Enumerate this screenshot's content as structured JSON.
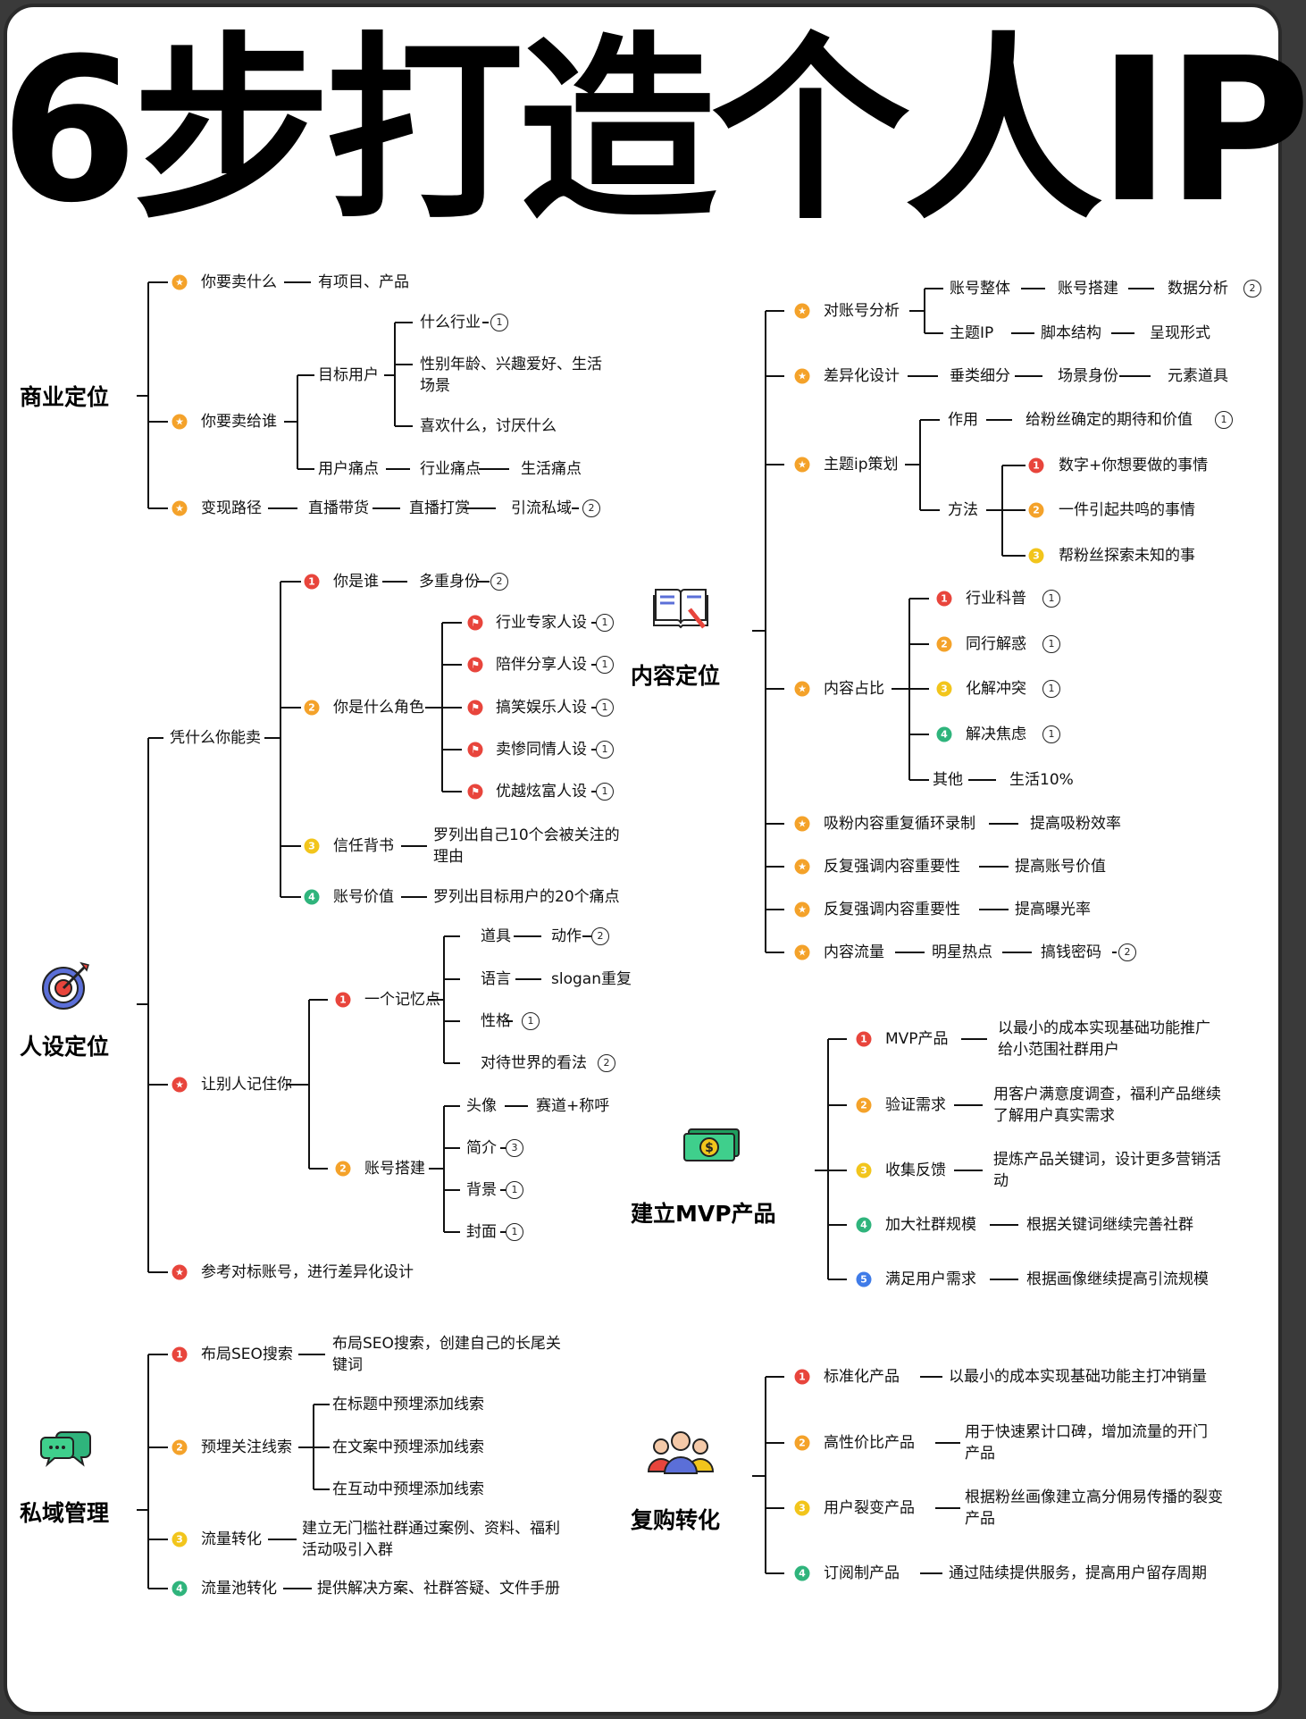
{
  "title": "6步打造个人IP",
  "colors": {
    "orange": "#f4a22a",
    "red": "#e8453c",
    "yellow": "#f2c51c",
    "green": "#2fb47c",
    "blue": "#3f7be8"
  },
  "sections": {
    "business": {
      "title": "商业定位",
      "i1": "你要卖什么",
      "i1a": "有项目、产品",
      "i2": "你要卖给谁",
      "target": "目标用户",
      "t1": "什么行业",
      "t1b": "1",
      "t2": "性别年龄、兴趣爱好、生活场景",
      "t3": "喜欢什么，讨厌什么",
      "pain": "用户痛点",
      "p1": "行业痛点",
      "p2": "生活痛点",
      "i3": "变现路径",
      "i3a": "直播带货",
      "i3b": "直播打赏",
      "i3c": "引流私域",
      "i3d": "2"
    },
    "persona": {
      "title": "人设定位",
      "why": "凭什么你能卖",
      "who": "你是谁",
      "who_a": "多重身份",
      "who_b": "2",
      "role": "你是什么角色",
      "roles": [
        "行业专家人设",
        "陪伴分享人设",
        "搞笑娱乐人设",
        "卖惨同情人设",
        "优越炫富人设"
      ],
      "one": "1",
      "trust": "信任背书",
      "trust_a": "罗列出自己10个会被关注的理由",
      "value": "账号价值",
      "value_a": "罗列出目标用户的20个痛点",
      "remember": "让别人记住你",
      "memory": "一个记忆点",
      "m1": "道具",
      "m1a": "动作",
      "m1b": "2",
      "m2": "语言",
      "m2a": "slogan重复",
      "m3": "性格",
      "m3b": "1",
      "m4": "对待世界的看法",
      "m4b": "2",
      "acct": "账号搭建",
      "a1": "头像",
      "a1a": "赛道+称呼",
      "a2": "简介",
      "a2b": "3",
      "a3": "背景",
      "a3b": "1",
      "a4": "封面",
      "a4b": "1",
      "bench": "参考对标账号，进行差异化设计"
    },
    "private": {
      "title": "私域管理",
      "s1": "布局SEO搜索",
      "s1a": "布局SEO搜索，创建自己的长尾关键词",
      "s2": "预埋关注线索",
      "s2a": "在标题中预埋添加线索",
      "s2b": "在文案中预埋添加线索",
      "s2c": "在互动中预埋添加线索",
      "s3": "流量转化",
      "s3a": "建立无门槛社群通过案例、资料、福利活动吸引入群",
      "s4": "流量池转化",
      "s4a": "提供解决方案、社群答疑、文件手册"
    },
    "content": {
      "title": "内容定位",
      "c1": "对账号分析",
      "c1a": "账号整体",
      "c1b": "账号搭建",
      "c1c": "数据分析",
      "c1d": "2",
      "c1e": "主题IP",
      "c1f": "脚本结构",
      "c1g": "呈现形式",
      "c2": "差异化设计",
      "c2a": "垂类细分",
      "c2b": "场景身份",
      "c2c": "元素道具",
      "c3": "主题ip策划",
      "c3a": "作用",
      "c3b": "给粉丝确定的期待和价值",
      "c3c": "1",
      "c3d": "方法",
      "c3e": "数字+你想要做的事情",
      "c3f": "一件引起共鸣的事情",
      "c3g": "帮粉丝探索未知的事",
      "c4": "内容占比",
      "c4a": "行业科普",
      "c4b": "同行解惑",
      "c4c": "化解冲突",
      "c4d": "解决焦虑",
      "c4e": "其他",
      "c4f": "生活10%",
      "c5": "吸粉内容重复循环录制",
      "c5a": "提高吸粉效率",
      "c6": "反复强调内容重要性",
      "c6a": "提高账号价值",
      "c7": "反复强调内容重要性",
      "c7a": "提高曝光率",
      "c8": "内容流量",
      "c8a": "明星热点",
      "c8b": "搞钱密码",
      "c8c": "2"
    },
    "mvp": {
      "title": "建立MVP产品",
      "v1": "MVP产品",
      "v1a": "以最小的成本实现基础功能推广给小范围社群用户",
      "v2": "验证需求",
      "v2a": "用客户满意度调查，福利产品继续了解用户真实需求",
      "v3": "收集反馈",
      "v3a": "提炼产品关键词，设计更多营销活动",
      "v4": "加大社群规模",
      "v4a": "根据关键词继续完善社群",
      "v5": "满足用户需求",
      "v5a": "根据画像继续提高引流规模"
    },
    "repurchase": {
      "title": "复购转化",
      "r1": "标准化产品",
      "r1a": "以最小的成本实现基础功能主打冲销量",
      "r2": "高性价比产品",
      "r2a": "用于快速累计口碑，增加流量的开门产品",
      "r3": "用户裂变产品",
      "r3a": "根据粉丝画像建立高分佣易传播的裂变产品",
      "r4": "订阅制产品",
      "r4a": "通过陆续提供服务，提高用户留存周期"
    }
  },
  "icons": [
    "star-badge-icon",
    "number-badge-icon",
    "flag-badge-icon",
    "target-icon",
    "book-icon",
    "money-icon",
    "chat-icon",
    "people-icon",
    "circled-number-icon"
  ]
}
